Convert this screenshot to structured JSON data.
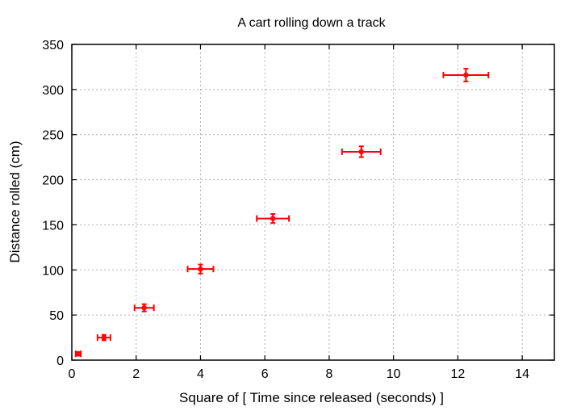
{
  "chart_data": {
    "type": "scatter",
    "title": "A cart rolling down a track",
    "xlabel": "Square of [ Time since released (seconds) ]",
    "ylabel": "Distance rolled (cm)",
    "xlim": [
      0,
      15
    ],
    "ylim": [
      0,
      350
    ],
    "xticks": [
      0,
      2,
      4,
      6,
      8,
      10,
      12,
      14
    ],
    "yticks": [
      0,
      50,
      100,
      150,
      200,
      250,
      300,
      350
    ],
    "grid": true,
    "series": [
      {
        "name": "data",
        "color": "#ff0000",
        "x": [
          0.2,
          1.0,
          2.25,
          4.0,
          6.25,
          9.0,
          12.25
        ],
        "y": [
          7,
          25,
          58,
          101,
          157,
          231,
          316
        ],
        "xerr": [
          0.08,
          0.2,
          0.3,
          0.4,
          0.5,
          0.6,
          0.7
        ],
        "yerr": [
          2,
          3,
          4,
          5,
          5,
          6,
          7
        ]
      }
    ]
  }
}
